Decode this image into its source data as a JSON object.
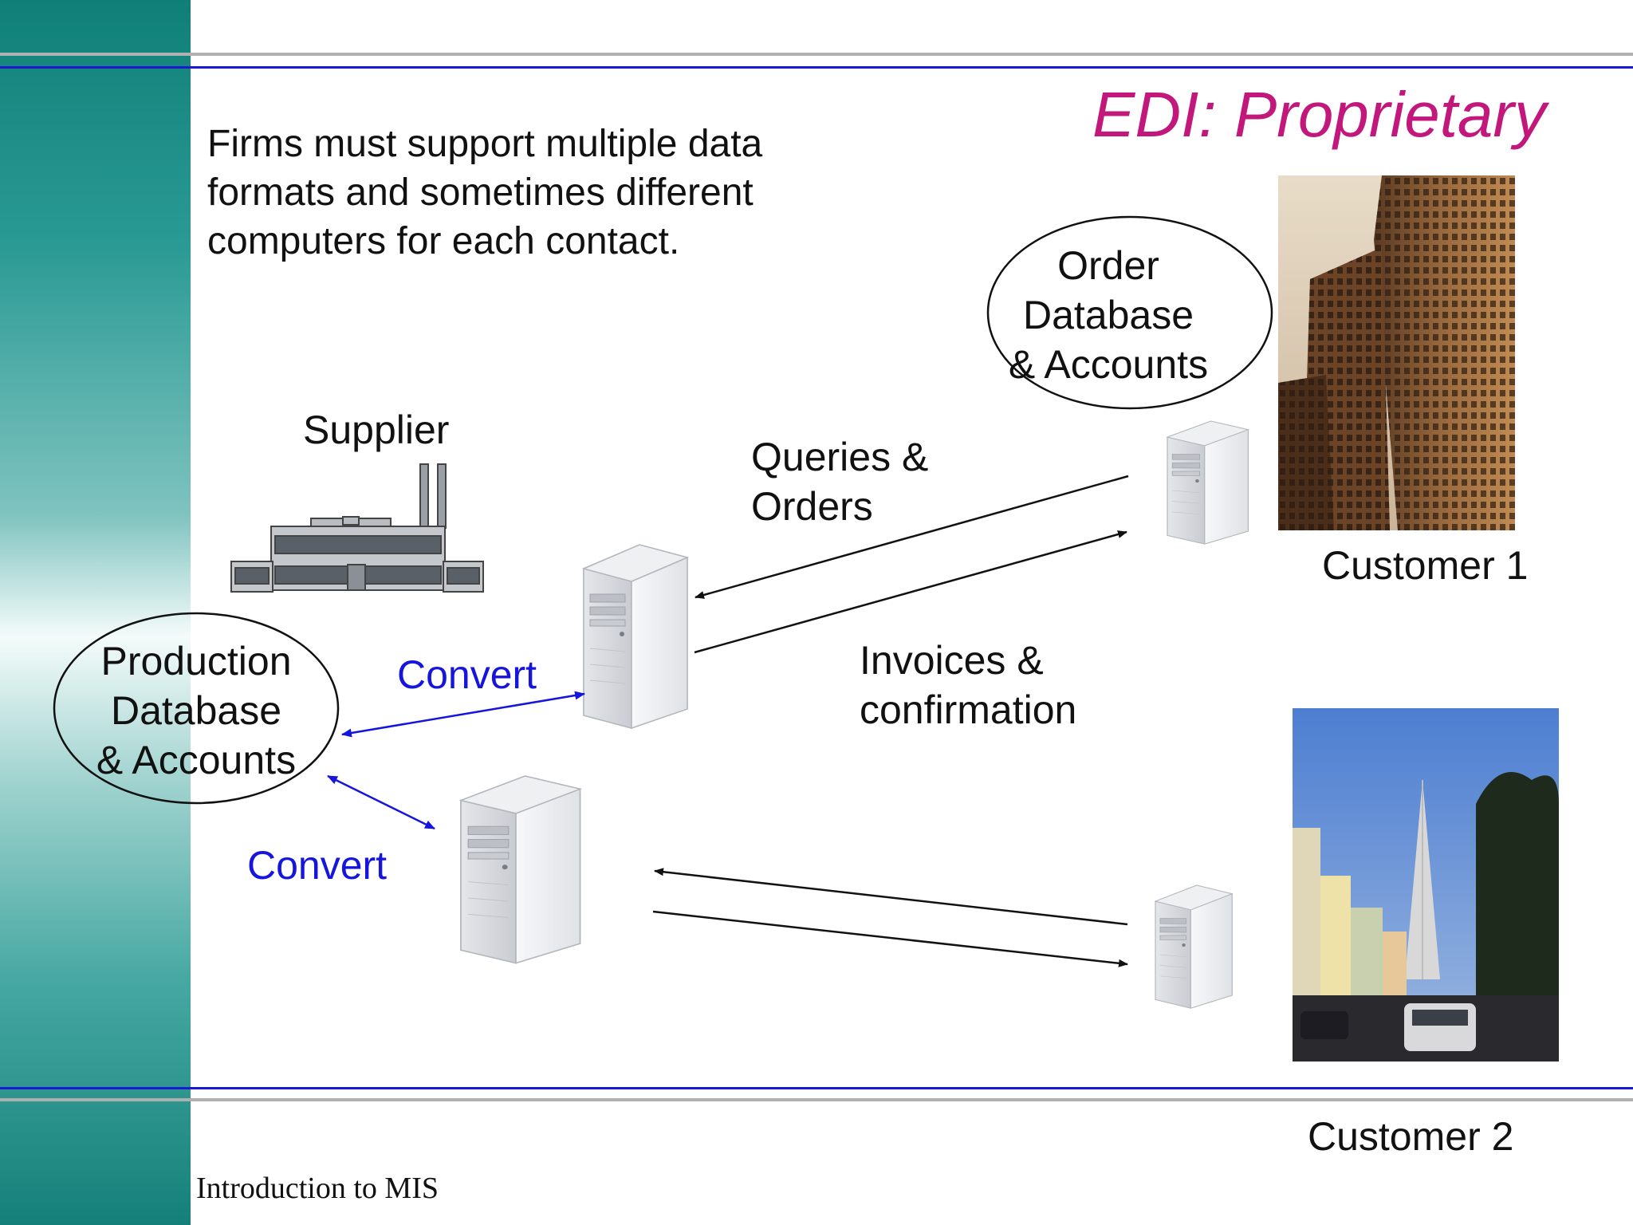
{
  "slide": {
    "title": "EDI:  Proprietary",
    "intro_lines": [
      "Firms must support multiple data",
      "formats and sometimes different",
      "computers for each contact."
    ],
    "footer": "Introduction to MIS"
  },
  "supplier": {
    "label": "Supplier",
    "icon": "factory-icon",
    "database_lines": [
      "Production",
      "Database",
      "& Accounts"
    ]
  },
  "customer1": {
    "label": "Customer 1",
    "database_lines": [
      "Order",
      "Database",
      "& Accounts"
    ],
    "photo": "office-towers-photo"
  },
  "customer2": {
    "label": "Customer 2",
    "photo": "street-pyramid-photo"
  },
  "flows": {
    "outbound_lines": [
      "Queries &",
      "Orders"
    ],
    "inbound_lines": [
      "Invoices &",
      "confirmation"
    ],
    "convert_label_1": "Convert",
    "convert_label_2": "Convert"
  },
  "colors": {
    "title": "#c2187b",
    "convert": "#1515dd",
    "rule_blue": "#1a1ad0",
    "rule_gray": "#b0b0b0",
    "sidebar": "#1a8a84"
  }
}
